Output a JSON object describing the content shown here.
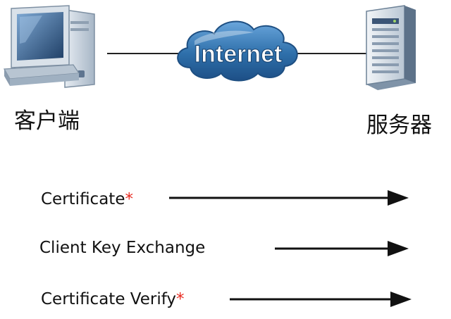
{
  "diagram": {
    "client_label": "客户端",
    "server_label": "服务器",
    "network_label": "Internet",
    "messages": [
      {
        "label": "Certificate",
        "required_mark": "*"
      },
      {
        "label": "Client Key Exchange",
        "required_mark": ""
      },
      {
        "label": "Certificate Verify",
        "required_mark": "*"
      }
    ]
  },
  "colors": {
    "cloud_fill": "#2e6faa",
    "cloud_stroke": "#1e4f82",
    "cloud_text": "#ffffff",
    "arrow": "#111111",
    "required_mark": "#e8281e",
    "device_body": "#c9d4de",
    "device_dark": "#2a4a6e"
  },
  "icons": [
    "desktop-computer-icon",
    "cloud-icon",
    "server-tower-icon"
  ]
}
